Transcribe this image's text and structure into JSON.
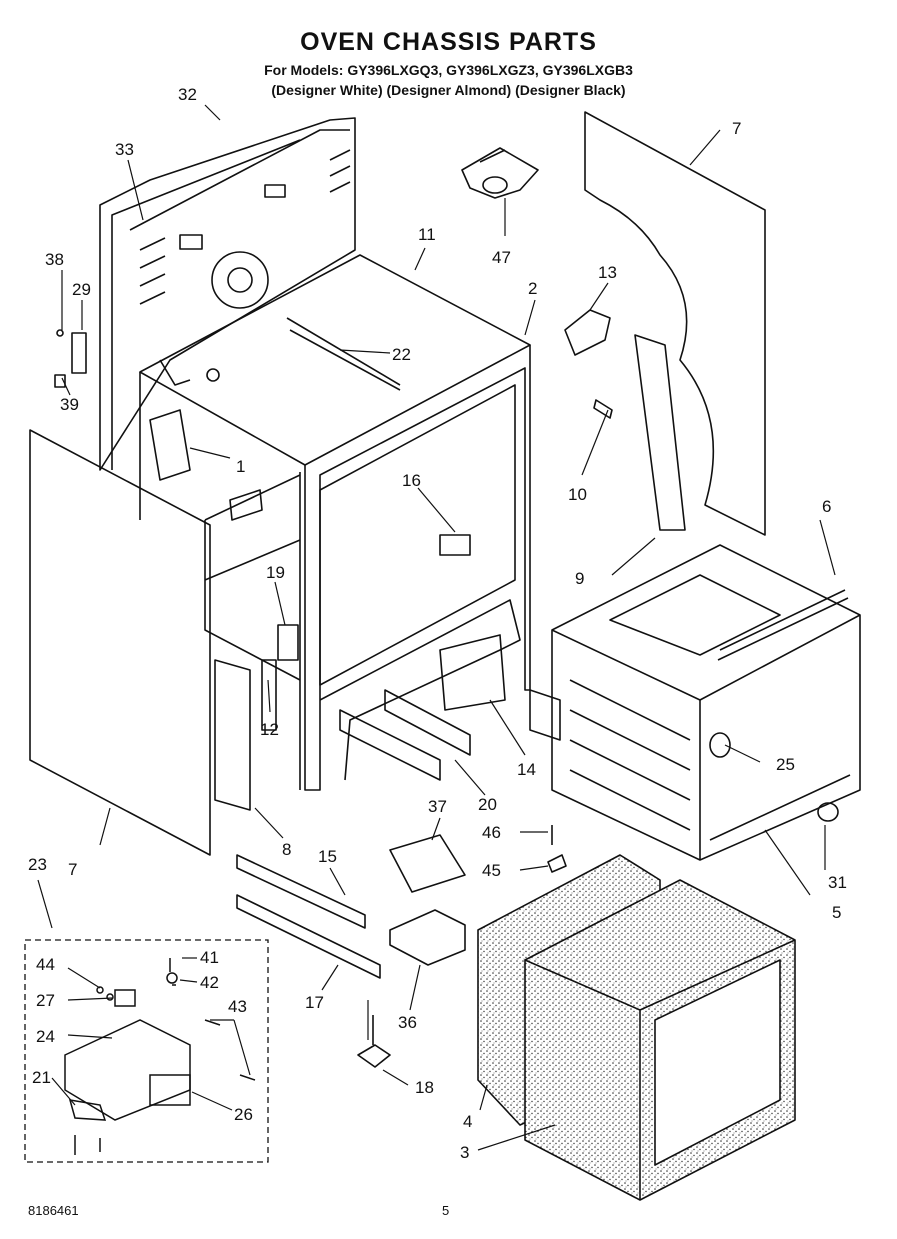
{
  "header": {
    "title": "OVEN CHASSIS PARTS",
    "models_line": "For Models: GY396LXGQ3, GY396LXGZ3, GY396LXGB3",
    "colors_line": "(Designer White)  (Designer Almond)  (Designer Black)"
  },
  "footer": {
    "doc_number": "8186461",
    "page_number": "5"
  },
  "callouts": [
    "1",
    "2",
    "3",
    "4",
    "5",
    "6",
    "7",
    "7",
    "8",
    "9",
    "10",
    "11",
    "12",
    "13",
    "14",
    "15",
    "16",
    "17",
    "18",
    "19",
    "20",
    "21",
    "22",
    "23",
    "24",
    "25",
    "26",
    "27",
    "29",
    "31",
    "32",
    "33",
    "36",
    "37",
    "38",
    "39",
    "41",
    "42",
    "43",
    "44",
    "45",
    "46",
    "47"
  ],
  "colors": {
    "line": "#111111",
    "background": "#ffffff",
    "insulation": "#cfcfcf"
  }
}
